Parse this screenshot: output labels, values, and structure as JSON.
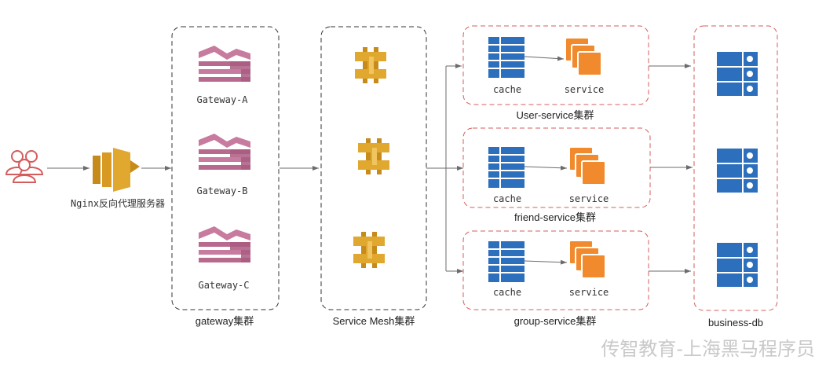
{
  "nginx": {
    "label": "Nginx反向代理服务器",
    "icon": "nginx-icon"
  },
  "users": {
    "icon": "users-icon"
  },
  "gateway_cluster": {
    "label": "gateway集群",
    "nodes": [
      {
        "label": "Gateway-A",
        "icon": "gateway-icon"
      },
      {
        "label": "Gateway-B",
        "icon": "gateway-icon"
      },
      {
        "label": "Gateway-C",
        "icon": "gateway-icon"
      }
    ]
  },
  "mesh_cluster": {
    "label": "Service Mesh集群",
    "icon": "api-gateway-icon"
  },
  "service_clusters": [
    {
      "label": "User-service集群",
      "cache": "cache",
      "service": "service"
    },
    {
      "label": "friend-service集群",
      "cache": "cache",
      "service": "service"
    },
    {
      "label": "group-service集群",
      "cache": "cache",
      "service": "service"
    }
  ],
  "db_cluster": {
    "label": "business-db",
    "icon": "database-icon"
  },
  "watermark": "传智教育-上海黑马程序员",
  "colors": {
    "gateway": "#c77b9e",
    "mesh": "#e0a82e",
    "service": "#f18a2d",
    "cache_db": "#2c6fbd",
    "red_border": "#d55c5c"
  }
}
